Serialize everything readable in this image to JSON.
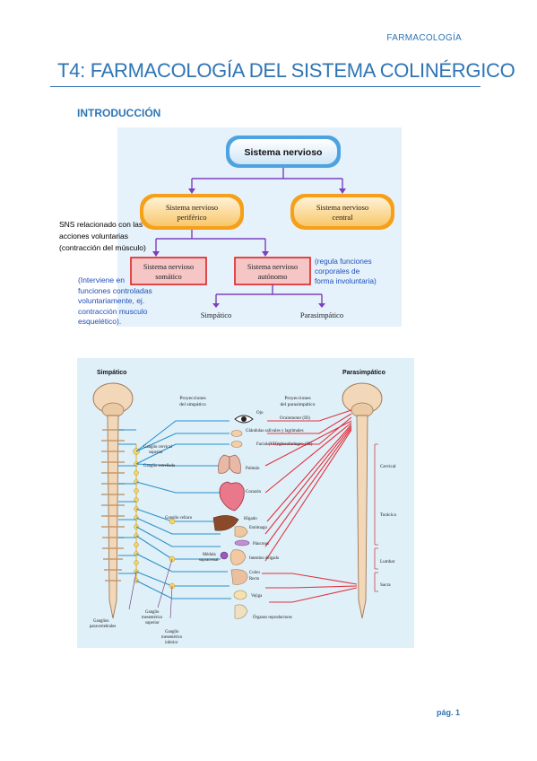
{
  "header": {
    "label": "FARMACOLOGÍA"
  },
  "title": "T4: FARMACOLOGÍA DEL SISTEMA COLINÉRGICO",
  "section": {
    "heading": "INTRODUCCIÓN"
  },
  "side_note": {
    "lines": [
      "SNS relacionado con las",
      "acciones voluntarias",
      "(contracción del músculo)"
    ]
  },
  "diagram1": {
    "root": "Sistema nervioso",
    "peripheral": [
      "Sistema nervioso",
      "periférico"
    ],
    "central": [
      "Sistema nervioso",
      "central"
    ],
    "somatic": [
      "Sistema nervioso",
      "somático"
    ],
    "autonomic": [
      "Sistema nervioso",
      "autónomo"
    ],
    "sympathetic": "Simpático",
    "parasympathetic": "Parasimpático",
    "autonomic_note": [
      "(regula funciones",
      "corporales de",
      "forma involuntaria)"
    ],
    "somatic_note": [
      "(Interviene en",
      "funciones controladas",
      "voluntariamente, ej.",
      "contracción musculo",
      "esquelético)."
    ],
    "colors": {
      "tree_arrows": "#7b3fbf",
      "top_box": "#4da3e0",
      "orange_box": "#f6a01a",
      "red_box": "#e02222",
      "blue_text": "#1f4fb8"
    }
  },
  "diagram2": {
    "left_title": "Simpático",
    "right_title": "Parasimpático",
    "proj_symp": [
      "Proyecciones",
      "del simpático"
    ],
    "proj_para": [
      "Proyecciones",
      "del parasimpático"
    ],
    "organs": [
      "Ojo",
      "Glándulas salivales y lagrimales",
      "Pulmón",
      "Corazón",
      "Hígado",
      "Estómago",
      "Páncreas",
      "Intestino delgado",
      "Colon",
      "Recto",
      "Vejiga",
      "Órganos reproductores"
    ],
    "cranial_nerves": [
      "Oculomotor (III)",
      "Facial (VII)/glosofaríngeo (IX)"
    ],
    "spinal_labels": [
      "Cervical",
      "Torácica",
      "Lumbar",
      "Sacra"
    ],
    "ganglia": {
      "cervical_sup": [
        "Ganglio cervical",
        "superior"
      ],
      "stellate": "Ganglio estrellado",
      "celiac": "Ganglio celíaco",
      "adrenal": [
        "Médula",
        "suprarrenal"
      ],
      "paravertebral": [
        "Ganglios",
        "paravertebrales"
      ],
      "mesenteric_sup": [
        "Ganglio",
        "mesentérico",
        "superior"
      ],
      "mesenteric_inf": [
        "Ganglio",
        "mesentérico",
        "inferior"
      ]
    },
    "colors": {
      "symp_line": "#2a8fc9",
      "para_line": "#e0323c",
      "spine": "#f2d7b8"
    }
  },
  "page_number": "pág. 1"
}
